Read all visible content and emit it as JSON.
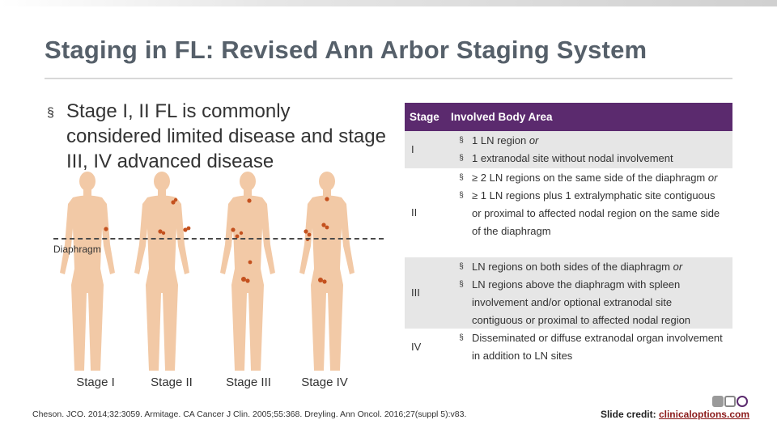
{
  "slide": {
    "title": "Staging in FL: Revised Ann Arbor Staging System",
    "bullet": "Stage I, II FL is commonly considered limited disease and stage III, IV advanced disease",
    "bullet_marker": "§"
  },
  "figure": {
    "diaphragm_label": "Diaphragm",
    "stage_labels": [
      "Stage I",
      "Stage II",
      "Stage III",
      "Stage IV"
    ],
    "skin_color": "#f2c9a6",
    "lesion_color": "#c4511e"
  },
  "table": {
    "header": {
      "stage": "Stage",
      "area": "Involved Body Area"
    },
    "header_color": "#5b2a6e",
    "rows": [
      {
        "stage": "I",
        "items": [
          {
            "text": "1 LN region ",
            "suffix": "or"
          },
          {
            "text": "1 extranodal site without nodal involvement",
            "suffix": ""
          }
        ]
      },
      {
        "stage": "II",
        "items": [
          {
            "text": "≥ 2 LN regions on the same side of the diaphragm ",
            "suffix": "or"
          },
          {
            "text": "≥ 1 LN regions plus 1 extralymphatic site contiguous or proximal to affected nodal region on the same side of the diaphragm",
            "suffix": ""
          }
        ]
      },
      {
        "stage": "III",
        "items": [
          {
            "text": "LN regions on both sides of the diaphragm ",
            "suffix": "or"
          },
          {
            "text": "LN regions above the diaphragm with spleen involvement and/or optional extranodal site contiguous or proximal to affected nodal region",
            "suffix": ""
          }
        ]
      },
      {
        "stage": "IV",
        "items": [
          {
            "text": "Disseminated or diffuse extranodal organ involvement in addition to LN sites",
            "suffix": ""
          }
        ]
      }
    ]
  },
  "footer": {
    "references": "Cheson. JCO. 2014;32:3059. Armitage. CA Cancer J Clin. 2005;55:368. Dreyling. Ann Oncol. 2016;27(suppl 5):v83.",
    "credit_label": "Slide credit:",
    "credit_link": "clinicaloptions.com"
  }
}
